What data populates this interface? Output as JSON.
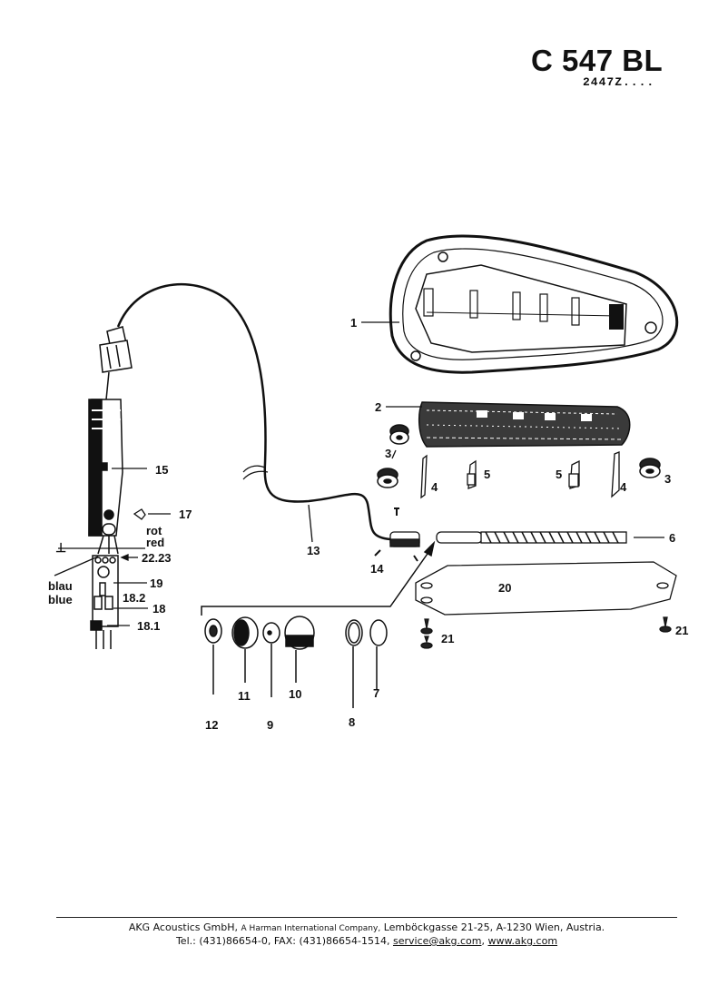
{
  "header": {
    "model": "C 547 BL",
    "part_code": "2447Z...."
  },
  "callouts": {
    "p1": "1",
    "p2": "2",
    "p3a": "3",
    "p3b": "3",
    "p4a": "4",
    "p4b": "4",
    "p5a": "5",
    "p5b": "5",
    "p6": "6",
    "p7": "7",
    "p8": "8",
    "p9": "9",
    "p10": "10",
    "p11": "11",
    "p12": "12",
    "p13": "13",
    "p14": "14",
    "p15": "15",
    "p17": "17",
    "p18": "18",
    "p18_1": "18.1",
    "p18_2": "18.2",
    "p19": "19",
    "p20": "20",
    "p21a": "21",
    "p21b": "21",
    "p22_23": "22.23",
    "ground_symbol": "⊥",
    "wire_red_de": "rot",
    "wire_red_en": "red",
    "wire_blue_de": "blau",
    "wire_blue_en": "blue"
  },
  "footer": {
    "company": "AKG Acoustics GmbH,",
    "parent": "A Harman International Company,",
    "address": "Lemböckgasse 21-25, A-1230  Wien, Austria.",
    "phone": "Tel.: (431)86654-0, FAX: (431)86654-1514,",
    "email": "service@akg.com",
    "separator": ",",
    "website": "www.akg.com"
  }
}
